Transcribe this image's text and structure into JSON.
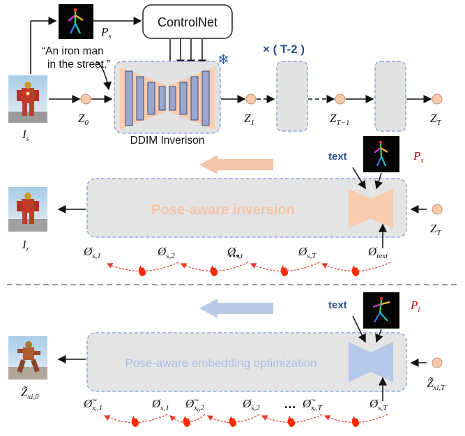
{
  "top": {
    "controlnet_label": "ControlNet",
    "pose_label": "P",
    "pose_sub": "s",
    "prompt_line1": "“An iron man",
    "prompt_line2": "in the street.”",
    "input_label": "I",
    "input_sub": "s",
    "z0": "Z",
    "z0_sub": "0",
    "z1": "Z",
    "z1_sub": "1",
    "ztm1": "Z",
    "ztm1_sub": "T−1",
    "zt": "Z",
    "zt_sub": "T",
    "repeat_label": "× ( T-2 )",
    "ddim_label": "DDIM Inverison",
    "freeze_glyph": "❄"
  },
  "middle": {
    "title": "Pose-aware inversion",
    "text_label": "text",
    "pose_label": "P",
    "pose_sub": "s",
    "output_label": "I",
    "output_sub": "r",
    "zt": "Z",
    "zt_sub": "T",
    "phis": [
      {
        "base": "Ø",
        "sub": "s,1"
      },
      {
        "base": "Ø",
        "sub": "s,2"
      },
      {
        "base": "Ø",
        "sub": "s,t"
      },
      {
        "base": "Ø",
        "sub": "s,T"
      },
      {
        "base": "Ø",
        "sub": "text"
      }
    ],
    "ellipsis": "…"
  },
  "bottom": {
    "title": "Pose-aware embedding optimization",
    "text_label": "text",
    "pose_label": "P",
    "pose_sub": "i",
    "output_label": "Z̃",
    "output_sub": "xi,0",
    "input_label": "Z̃",
    "input_sub": "xi,T",
    "phis": [
      {
        "base": "Ø̃",
        "sub": "xᵢ,1"
      },
      {
        "base": "Ø",
        "sub": "s,1"
      },
      {
        "base": "Ø̃",
        "sub": "xᵢ,2"
      },
      {
        "base": "Ø",
        "sub": "s,2"
      },
      {
        "base": "Ø̃",
        "sub": "xᵢ,T"
      },
      {
        "base": "Ø",
        "sub": "s,T"
      }
    ],
    "ellipsis": "…"
  },
  "colors": {
    "orange_fill": "#f9ccb0",
    "orange_arrow": "#f6c4a6",
    "blue_fill": "#b5c9ea",
    "blue_arrow": "#b8cbe9",
    "unet_bar": "#9aa7cf",
    "panel_gray": "#e4e4e4",
    "panel_border": "#8fa6d6",
    "node_fill": "#f7c9a9",
    "red_text": "#c00000",
    "blue_text": "#2f4f8f",
    "flame": "#ff2a00"
  }
}
